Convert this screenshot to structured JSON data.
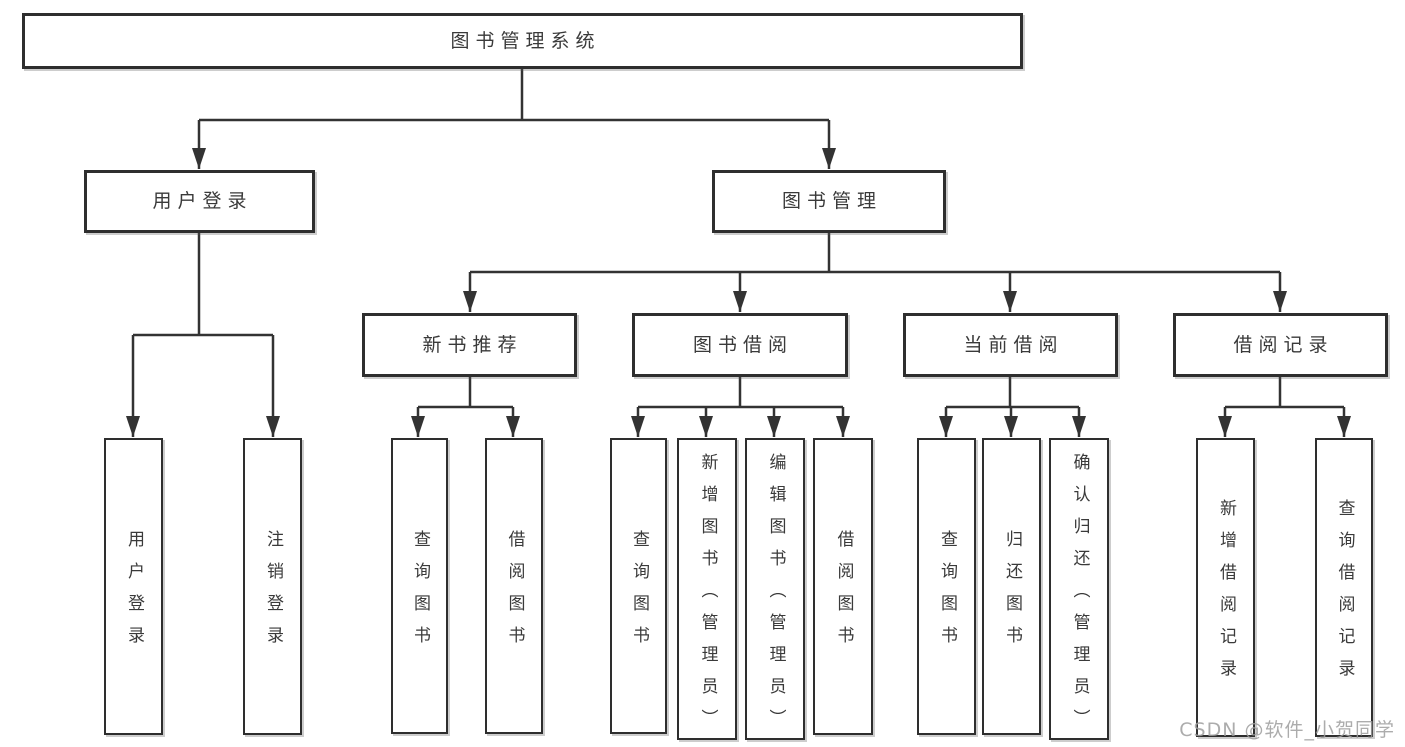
{
  "diagram": {
    "tree": {
      "label": "图书管理系统",
      "children": [
        {
          "label": "用户登录",
          "children": [
            {
              "label": "用户登录"
            },
            {
              "label": "注销登录"
            }
          ]
        },
        {
          "label": "图书管理",
          "children": [
            {
              "label": "新书推荐",
              "children": [
                {
                  "label": "查询图书"
                },
                {
                  "label": "借阅图书"
                }
              ]
            },
            {
              "label": "图书借阅",
              "children": [
                {
                  "label": "查询图书"
                },
                {
                  "label": "新增图书（管理员）"
                },
                {
                  "label": "编辑图书（管理员）"
                },
                {
                  "label": "借阅图书"
                }
              ]
            },
            {
              "label": "当前借阅",
              "children": [
                {
                  "label": "查询图书"
                },
                {
                  "label": "归还图书"
                },
                {
                  "label": "确认归还（管理员）"
                }
              ]
            },
            {
              "label": "借阅记录",
              "children": [
                {
                  "label": "新增借阅记录"
                },
                {
                  "label": "查询借阅记录"
                }
              ]
            }
          ]
        }
      ]
    },
    "watermark": "CSDN @软件_小贺同学",
    "colors": {
      "line": "#333333",
      "text": "#3a3a3a",
      "background": "#ffffff",
      "watermark": "#9e9e9e"
    }
  }
}
